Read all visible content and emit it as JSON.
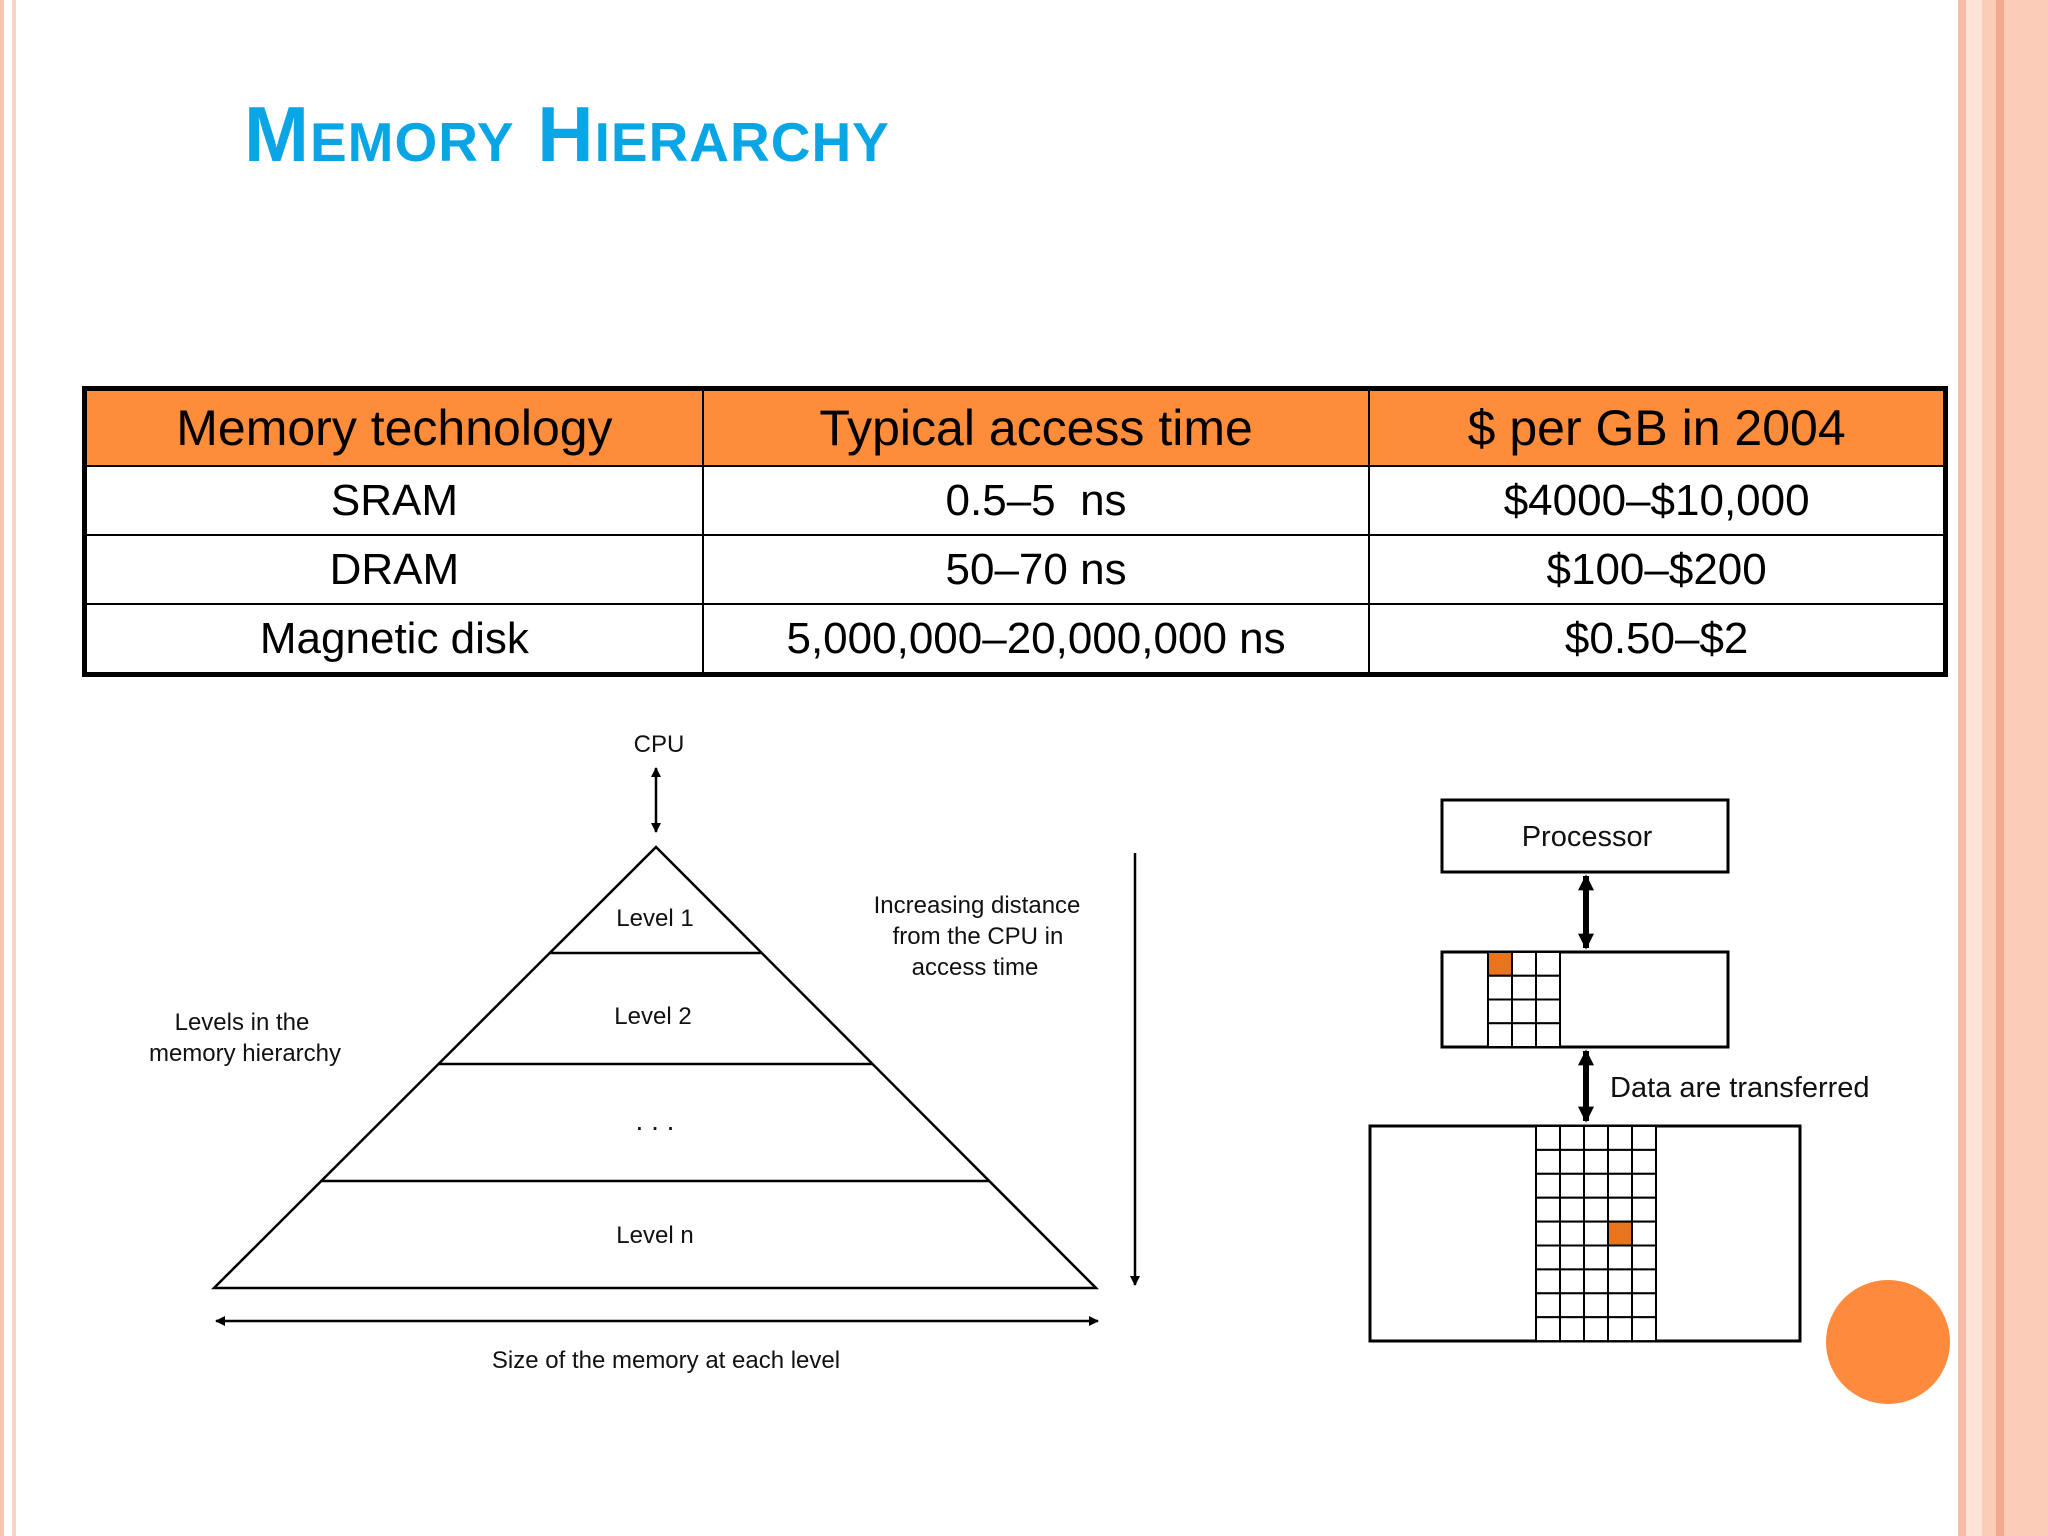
{
  "slide": {
    "title": "Memory Hierarchy",
    "colors": {
      "title": "#0aa5e4",
      "table_header": "#fd8c3b",
      "accent": "#fd8a3d",
      "cell_highlight": "#e8741d"
    }
  },
  "table": {
    "headers": [
      "Memory technology",
      "Typical access time",
      "$ per GB in 2004"
    ],
    "rows": [
      [
        "SRAM",
        "0.5–5  ns",
        "$4000–$10,000"
      ],
      [
        "DRAM",
        "50–70 ns",
        "$100–$200"
      ],
      [
        "Magnetic disk",
        "5,000,000–20,000,000 ns",
        "$0.50–$2"
      ]
    ]
  },
  "pyramid": {
    "cpu_label": "CPU",
    "levels": [
      "Level 1",
      "Level 2",
      ". . .",
      "Level n"
    ],
    "left_caption": [
      "Levels in the",
      "memory hierarchy"
    ],
    "right_caption": [
      "Increasing distance",
      "from the CPU in",
      "access time"
    ],
    "bottom_caption": "Size of the memory at each level"
  },
  "transfer": {
    "processor_label": "Processor",
    "transfer_label": "Data are transferred"
  }
}
